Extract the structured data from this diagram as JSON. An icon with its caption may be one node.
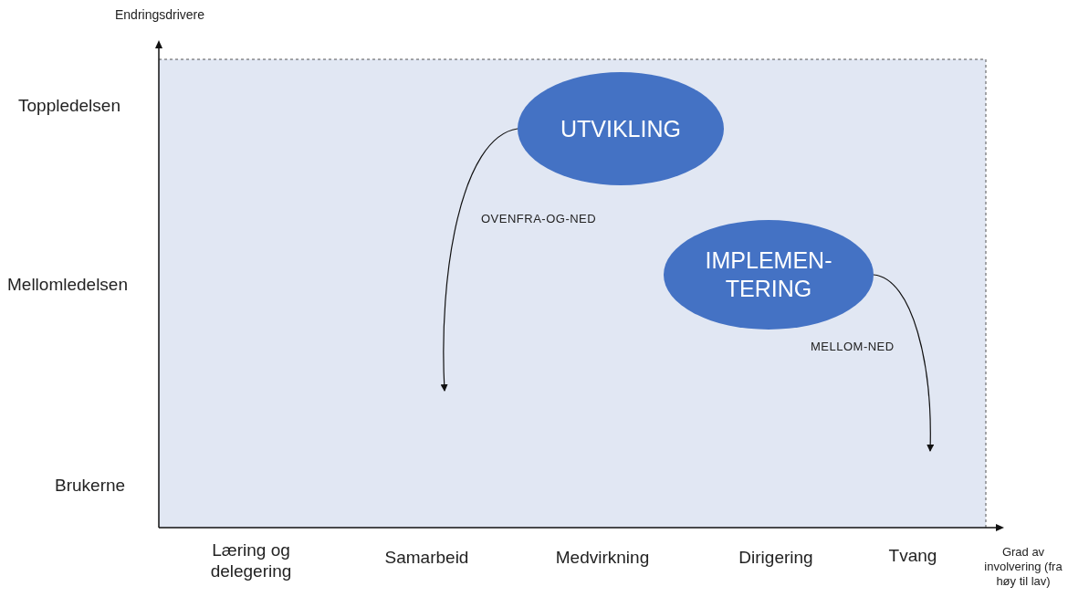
{
  "diagram": {
    "nodes": [
      {
        "text": [
          "UTVIKLING"
        ]
      },
      {
        "text": [
          "IMPLEMEN- TERING"
        ]
      }
    ],
    "edges": [
      {
        "from": 0,
        "to": null,
        "arrow": "to",
        "label": "OVENFRA-OG-NED"
      },
      {
        "from": 1,
        "to": null,
        "arrow": "to",
        "label": "MELLOM-NED"
      }
    ],
    "labels": [
      "Endringsdrivere",
      "Toppledelsen",
      "Mellomledelsen",
      "Brukerne",
      "Læring og delegering",
      "Samarbeid",
      "Medvirkning",
      "Dirigering",
      "Tvang",
      "Grad av involvering (fra høy til lav)"
    ]
  }
}
